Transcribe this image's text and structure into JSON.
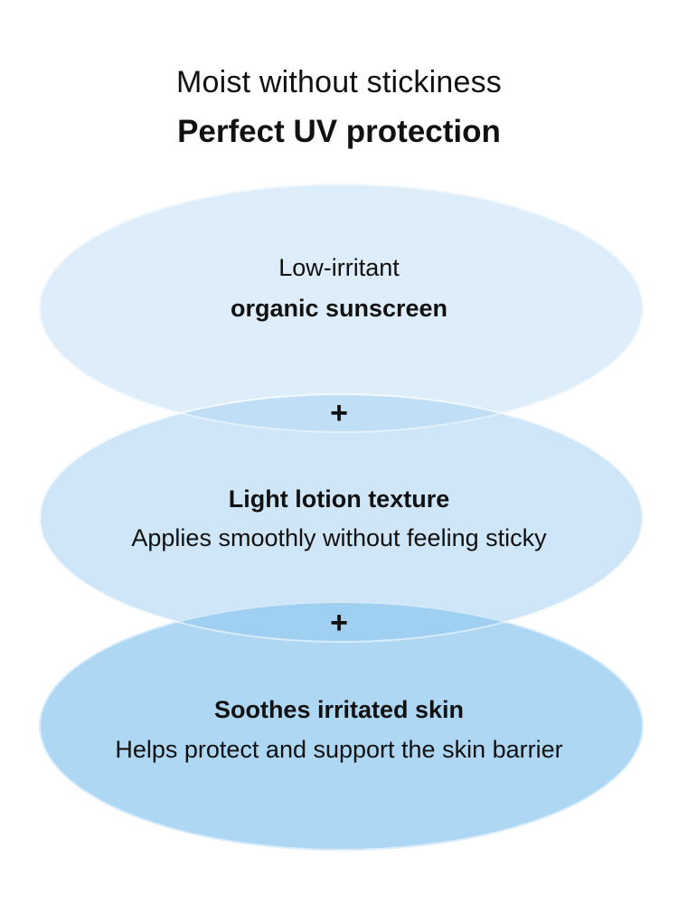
{
  "header": {
    "line1": "Moist without stickiness",
    "line2": "Perfect UV protection"
  },
  "features": [
    {
      "title": "Low-irritant",
      "subtitle": "organic sunscreen",
      "color": "#dfeffa"
    },
    {
      "title": "Light lotion texture",
      "subtitle": "Applies smoothly without feeling sticky",
      "color": "#cce5f8"
    },
    {
      "title": "Soothes irritated skin",
      "subtitle": "Helps protect and support the skin barrier",
      "color": "#acd7f3"
    }
  ],
  "connectors": [
    "+",
    "+"
  ],
  "colors": {
    "overlap_1": "#bcdff6",
    "overlap_2": "#a2d2f3",
    "text": "#111111"
  }
}
